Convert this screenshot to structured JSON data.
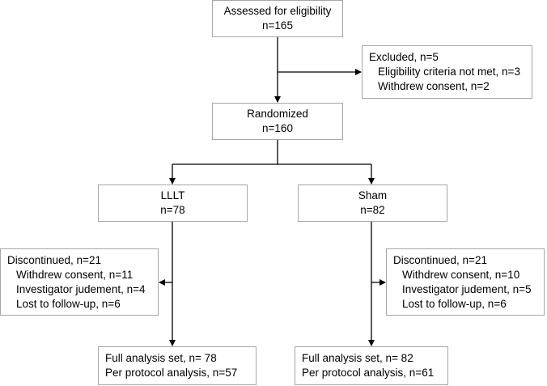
{
  "assessed": {
    "title": "Assessed for eligibility",
    "count": "n=165"
  },
  "excluded": {
    "title": "Excluded, n=5",
    "reasons": [
      "Eligibility criteria not met, n=3",
      "Withdrew consent, n=2"
    ]
  },
  "randomized": {
    "title": "Randomized",
    "count": "n=160"
  },
  "lllt": {
    "title": "LLLT",
    "count": "n=78",
    "discontinued": {
      "title": "Discontinued, n=21",
      "reasons": [
        "Withdrew consent, n=11",
        "Investigator judement, n=4",
        "Lost to follow-up, n=6"
      ]
    },
    "analysis": [
      "Full analysis set, n= 78",
      "Per protocol analysis,  n=57"
    ]
  },
  "sham": {
    "title": "Sham",
    "count": "n=82",
    "discontinued": {
      "title": "Discontinued, n=21",
      "reasons": [
        "Withdrew consent, n=10",
        "Investigator judement, n=5",
        "Lost to follow-up, n=6"
      ]
    },
    "analysis": [
      "Full analysis set, n= 82",
      "Per protocol analysis, n=61"
    ]
  }
}
